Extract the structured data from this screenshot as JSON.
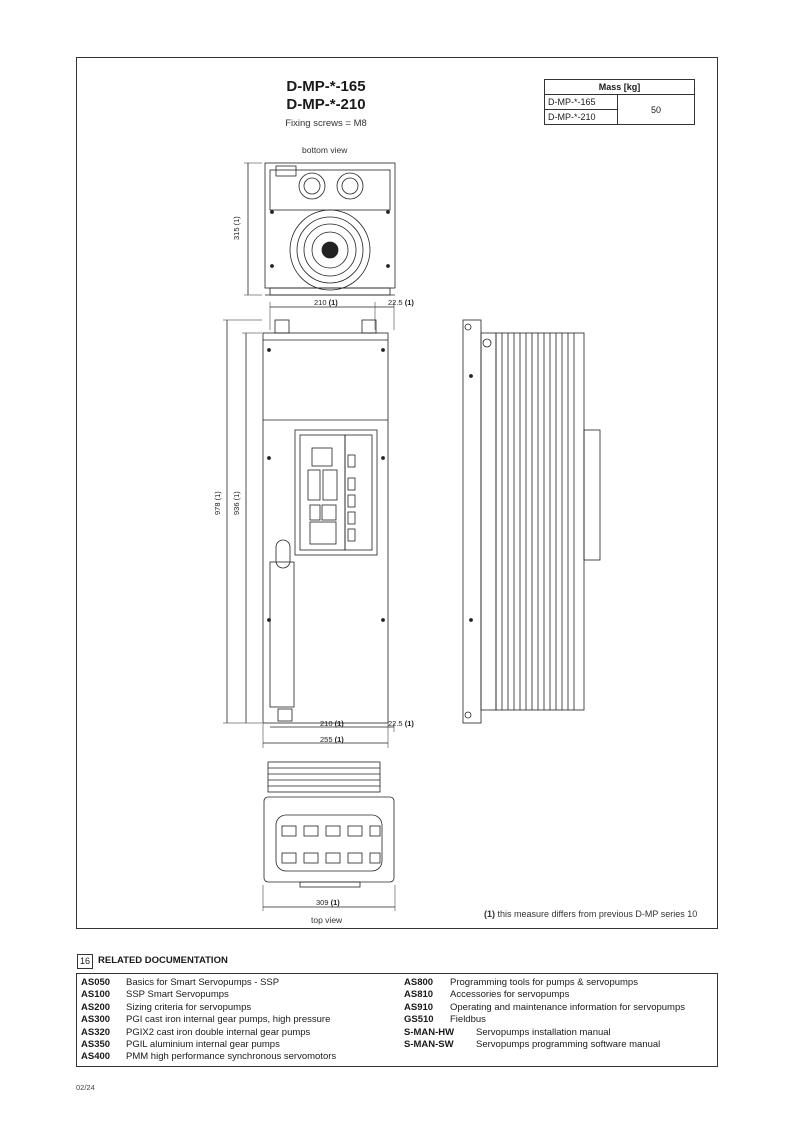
{
  "header": {
    "title_line1": "D-MP-*-165",
    "title_line2": "D-MP-*-210",
    "subtitle": "Fixing screws = M8"
  },
  "mass_table": {
    "header": "Mass [kg]",
    "rows": [
      "D-MP-*-165",
      "D-MP-*-210"
    ],
    "value": "50"
  },
  "views": {
    "bottom_view_label": "bottom view",
    "top_view_label": "top view"
  },
  "dimensions": {
    "d315": "315",
    "d210": "210",
    "d225": "22.5",
    "d978": "978",
    "d936": "936",
    "d255": "255",
    "d309": "309",
    "note_marker": "(1)"
  },
  "footnote": {
    "marker": "(1)",
    "text": "this measure differs from previous D-MP series 10"
  },
  "related_docs": {
    "section_number": "16",
    "section_title": "RELATED DOCUMENTATION",
    "left": [
      {
        "code": "AS050",
        "desc": "Basics for Smart Servopumps - SSP"
      },
      {
        "code": "AS100",
        "desc": "SSP Smart Servopumps"
      },
      {
        "code": "AS200",
        "desc": "Sizing criteria for servopumps"
      },
      {
        "code": "AS300",
        "desc": "PGI cast iron internal gear pumps, high pressure"
      },
      {
        "code": "AS320",
        "desc": "PGIX2 cast iron double internal gear pumps"
      },
      {
        "code": "AS350",
        "desc": "PGIL aluminium internal gear pumps"
      },
      {
        "code": "AS400",
        "desc": "PMM high performance synchronous servomotors"
      }
    ],
    "right": [
      {
        "code": "AS800",
        "desc": "Programming tools for pumps & servopumps"
      },
      {
        "code": "AS810",
        "desc": "Accessories for servopumps"
      },
      {
        "code": "AS910",
        "desc": "Operating and maintenance information for servopumps"
      },
      {
        "code": "GS510",
        "desc": "Fieldbus"
      },
      {
        "code": "S-MAN-HW",
        "desc": "Servopumps installation manual"
      },
      {
        "code": "S-MAN-SW",
        "desc": "Servopumps programming software manual"
      }
    ]
  },
  "page_number": "02/24"
}
